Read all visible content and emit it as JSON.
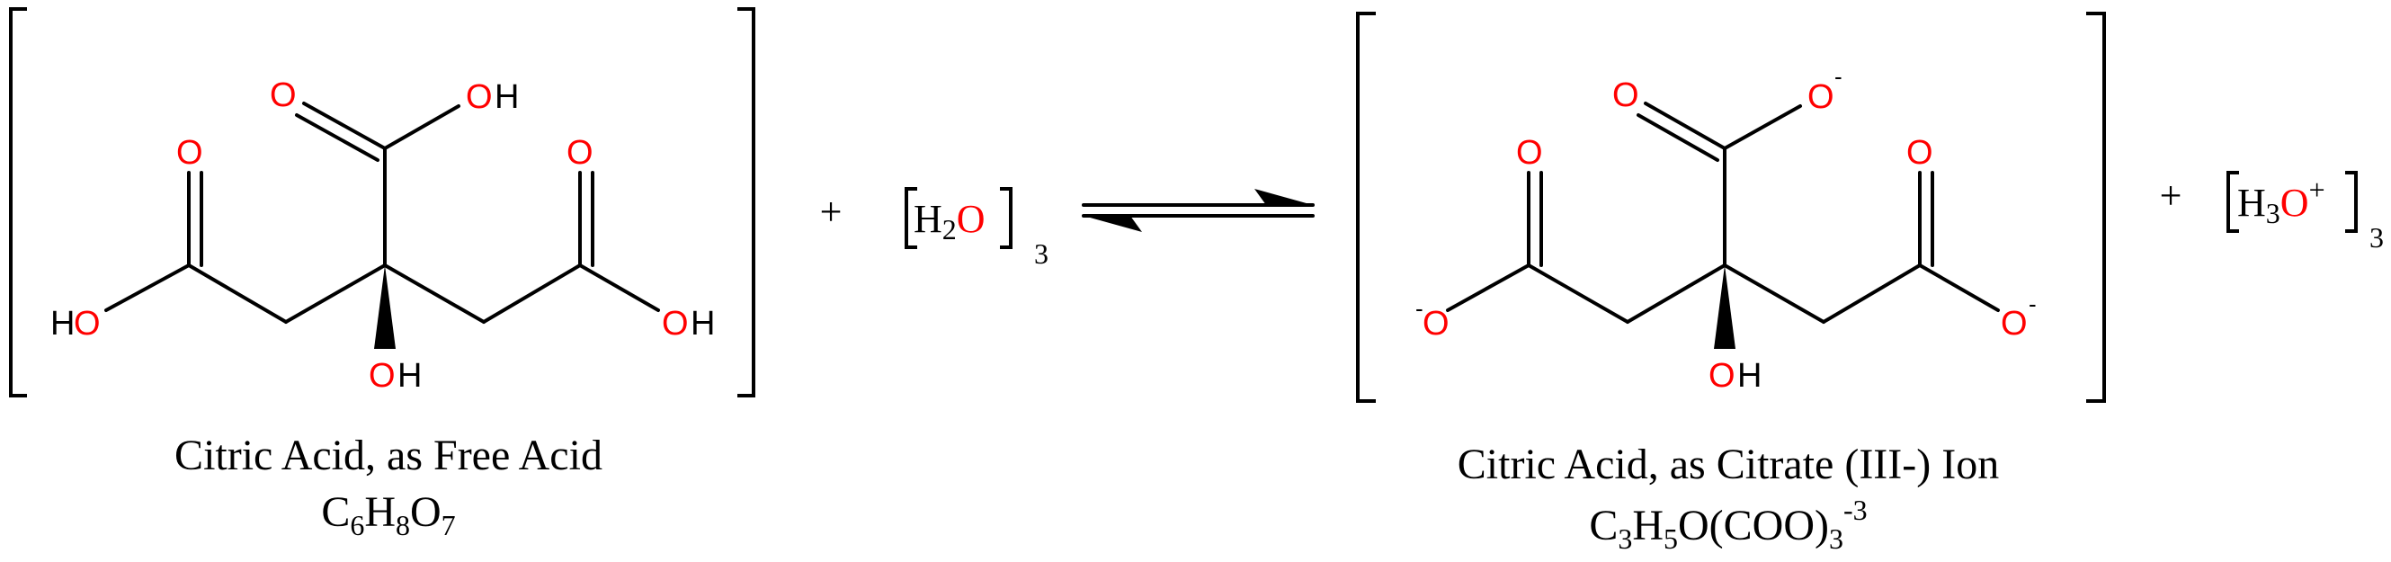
{
  "reaction": {
    "plus_sign": "+",
    "colors": {
      "oxygen": "#ff0000",
      "bond": "#000000"
    }
  },
  "citric_acid": {
    "name": "Citric Acid, as Free Acid",
    "formula": {
      "c": "C",
      "c_n": "6",
      "h": "H",
      "h_n": "8",
      "o": "O",
      "o_n": "7"
    },
    "atoms": {
      "oxygen": "O",
      "hydroxyl_h": "H"
    }
  },
  "water": {
    "h": "H",
    "h_n": "2",
    "o": "O",
    "multiplier": "3"
  },
  "citrate": {
    "name": "Citric Acid, as Citrate (III-) Ion",
    "formula": {
      "c": "C",
      "c_n": "3",
      "h": "H",
      "h_n": "5",
      "rest": "O(COO)",
      "group_n": "3",
      "charge": "-3"
    },
    "atoms": {
      "oxygen": "O",
      "hydroxyl_h": "H",
      "negative_charge": "-"
    }
  },
  "hydronium": {
    "h": "H",
    "h_n": "3",
    "o": "O",
    "charge": "+",
    "multiplier": "3"
  }
}
